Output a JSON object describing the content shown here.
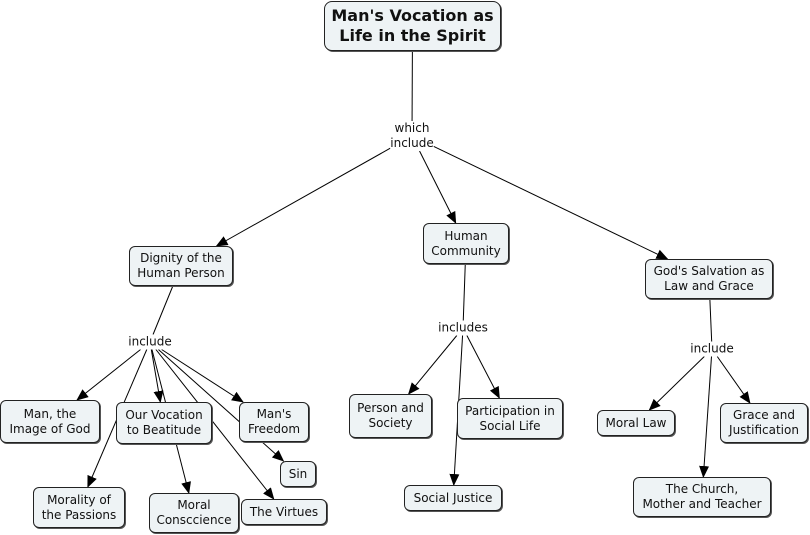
{
  "concept_map": {
    "root": {
      "id": "root",
      "label": "Man's Vocation as\nLife in the Spirit"
    },
    "nodes": [
      {
        "id": "dignity",
        "label": "Dignity of the\nHuman Person"
      },
      {
        "id": "community",
        "label": "Human\nCommunity"
      },
      {
        "id": "salvation",
        "label": "God's Salvation as\nLaw and Grace"
      },
      {
        "id": "image",
        "label": "Man, the\nImage of God"
      },
      {
        "id": "beatitude",
        "label": "Our Vocation\nto Beatitude"
      },
      {
        "id": "freedom",
        "label": "Man's\nFreedom"
      },
      {
        "id": "sin",
        "label": "Sin"
      },
      {
        "id": "passions",
        "label": "Morality of\nthe Passions"
      },
      {
        "id": "conscience",
        "label": "Moral\nConsccience"
      },
      {
        "id": "virtues",
        "label": "The Virtues"
      },
      {
        "id": "society",
        "label": "Person and\nSociety"
      },
      {
        "id": "participation",
        "label": "Participation in\nSocial Life"
      },
      {
        "id": "justice",
        "label": "Social Justice"
      },
      {
        "id": "morallaw",
        "label": "Moral Law"
      },
      {
        "id": "grace",
        "label": "Grace and\nJustification"
      },
      {
        "id": "church",
        "label": "The Church,\nMother and Teacher"
      }
    ],
    "linking_phrases": [
      {
        "id": "l0",
        "label": "which\ninclude"
      },
      {
        "id": "l1",
        "label": "include"
      },
      {
        "id": "l2",
        "label": "includes"
      },
      {
        "id": "l3",
        "label": "include"
      }
    ],
    "connections": [
      {
        "from": "root",
        "to": "l0"
      },
      {
        "from": "l0",
        "to": "dignity"
      },
      {
        "from": "l0",
        "to": "community"
      },
      {
        "from": "l0",
        "to": "salvation"
      },
      {
        "from": "dignity",
        "to": "l1"
      },
      {
        "from": "l1",
        "to": "image"
      },
      {
        "from": "l1",
        "to": "beatitude"
      },
      {
        "from": "l1",
        "to": "freedom"
      },
      {
        "from": "l1",
        "to": "sin"
      },
      {
        "from": "l1",
        "to": "passions"
      },
      {
        "from": "l1",
        "to": "conscience"
      },
      {
        "from": "l1",
        "to": "virtues"
      },
      {
        "from": "community",
        "to": "l2"
      },
      {
        "from": "l2",
        "to": "society"
      },
      {
        "from": "l2",
        "to": "participation"
      },
      {
        "from": "l2",
        "to": "justice"
      },
      {
        "from": "salvation",
        "to": "l3"
      },
      {
        "from": "l3",
        "to": "morallaw"
      },
      {
        "from": "l3",
        "to": "grace"
      },
      {
        "from": "l3",
        "to": "church"
      }
    ]
  }
}
